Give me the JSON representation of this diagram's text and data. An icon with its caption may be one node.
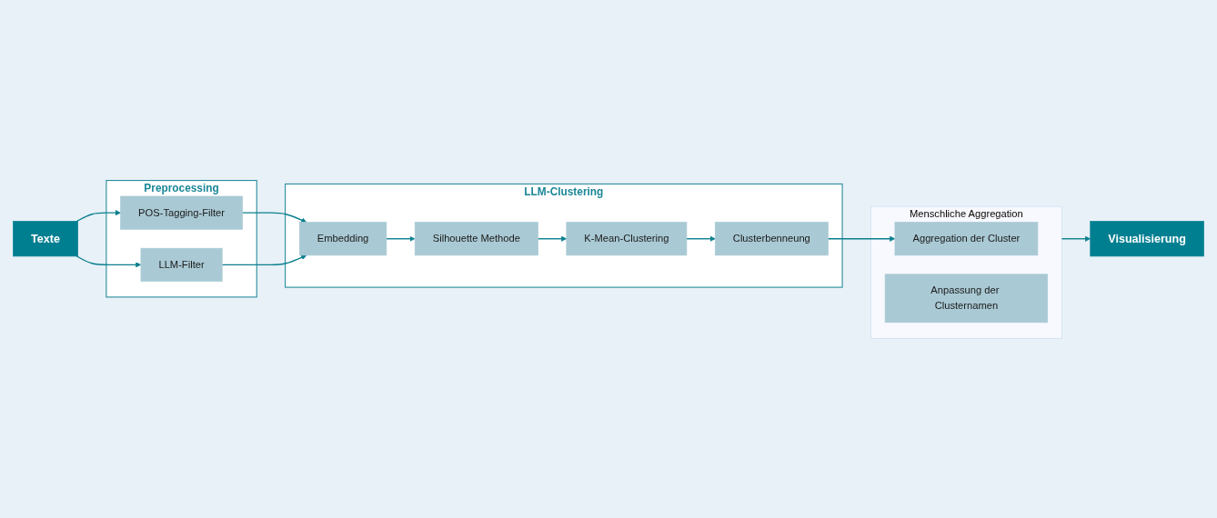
{
  "diagram": {
    "nodes": [
      {
        "text": [
          "Texte"
        ]
      },
      {
        "text": [
          "Preprocessing"
        ]
      },
      {
        "text": [
          "POS-Tagging-Filter"
        ],
        "in": 1
      },
      {
        "text": [
          "LLM-Filter"
        ],
        "in": 1
      },
      {
        "text": [
          "LLM-Clustering"
        ]
      },
      {
        "text": [
          "Embedding"
        ],
        "in": 4
      },
      {
        "text": [
          "Silhouette Methode"
        ],
        "in": 4
      },
      {
        "text": [
          "K-Mean-Clustering"
        ],
        "in": 4
      },
      {
        "text": [
          "Clusterbenneung"
        ],
        "in": 4
      },
      {
        "text": [
          "Menschliche Aggregation"
        ]
      },
      {
        "text": [
          "Aggregation der Cluster"
        ],
        "in": 9
      },
      {
        "text": [
          "Anpassung der Clusternamen"
        ],
        "in": 9
      },
      {
        "text": [
          "Visualisierung"
        ]
      }
    ],
    "edges": [
      {
        "from": 0,
        "to": 2,
        "arrow": "to"
      },
      {
        "from": 0,
        "to": 3,
        "arrow": "to"
      },
      {
        "from": 2,
        "to": 5,
        "arrow": "to"
      },
      {
        "from": 3,
        "to": 5,
        "arrow": "to"
      },
      {
        "from": 5,
        "to": 6,
        "arrow": "to"
      },
      {
        "from": 6,
        "to": 7,
        "arrow": "to"
      },
      {
        "from": 7,
        "to": 8,
        "arrow": "to"
      },
      {
        "from": 8,
        "to": 10,
        "arrow": "to"
      },
      {
        "from": 9,
        "to": 12,
        "arrow": "to"
      }
    ]
  }
}
